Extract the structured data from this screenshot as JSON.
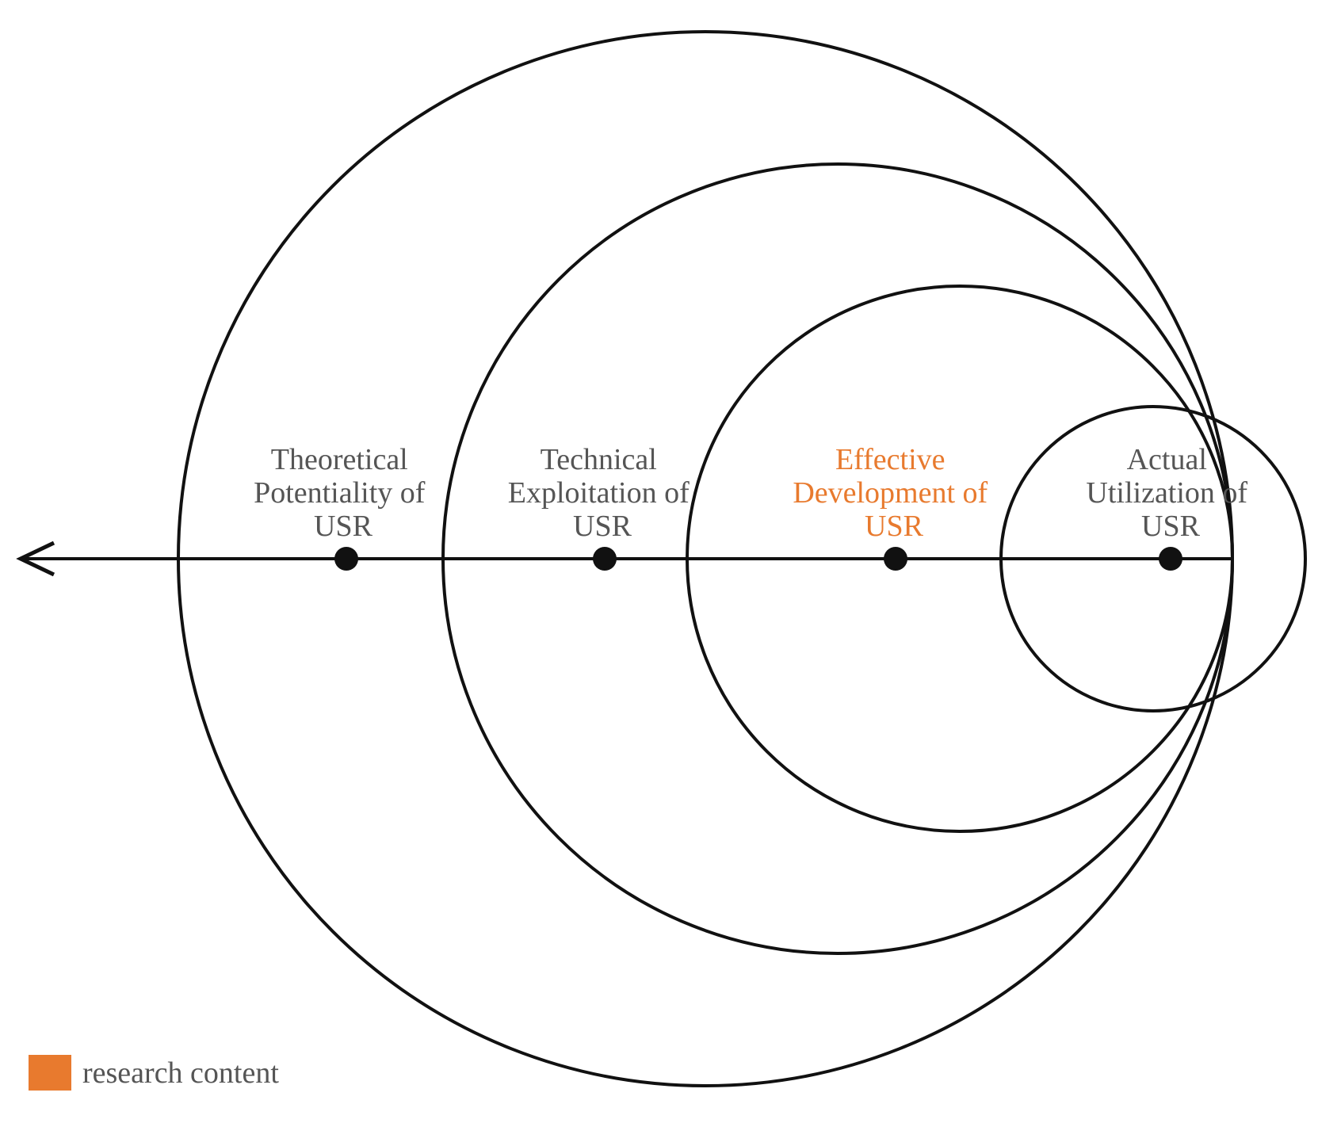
{
  "colors": {
    "highlight": "#e87a2e",
    "line": "#111111",
    "label": "#555555",
    "background": "#ffffff"
  },
  "nodes": [
    {
      "id": "theoretical",
      "lines": [
        "Theoretical",
        "Potentiality of",
        "USR"
      ],
      "highlight": false
    },
    {
      "id": "technical",
      "lines": [
        "Technical",
        "Exploitation of",
        "USR"
      ],
      "highlight": false
    },
    {
      "id": "effective",
      "lines": [
        "Effective",
        "Development of",
        "USR"
      ],
      "highlight": true
    },
    {
      "id": "actual",
      "lines": [
        "Actual",
        "Utilization of",
        "USR"
      ],
      "highlight": false
    }
  ],
  "legend": {
    "label": "research content",
    "swatch_color": "#e87a2e"
  }
}
